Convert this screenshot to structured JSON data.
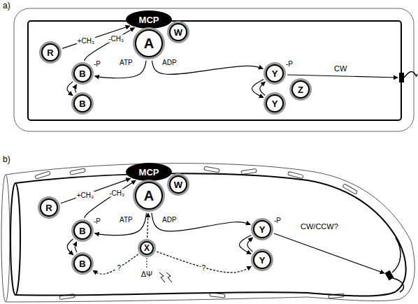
{
  "diagram": {
    "nodes": [
      {
        "text": [
          "MCP"
        ]
      },
      {
        "text": [
          "A"
        ]
      },
      {
        "text": [
          "W"
        ]
      },
      {
        "text": [
          "R"
        ]
      },
      {
        "text": [
          "B"
        ]
      },
      {
        "text": [
          "B"
        ]
      },
      {
        "text": [
          "Y"
        ]
      },
      {
        "text": [
          "Z"
        ]
      },
      {
        "text": [
          "Y"
        ]
      },
      {
        "text": [
          "MCP"
        ]
      },
      {
        "text": [
          "A"
        ]
      },
      {
        "text": [
          "W"
        ]
      },
      {
        "text": [
          "R"
        ]
      },
      {
        "text": [
          "B"
        ]
      },
      {
        "text": [
          "B"
        ]
      },
      {
        "text": [
          "Y"
        ]
      },
      {
        "text": [
          "Y"
        ]
      },
      {
        "text": [
          "X"
        ]
      }
    ],
    "edges": [
      {
        "from": 3,
        "to": 0,
        "arrow": "to",
        "label": "+CH₃"
      },
      {
        "from": 4,
        "to": 0,
        "arrow": "to",
        "label": "-CH₃"
      },
      {
        "from": 1,
        "to": 4,
        "arrow": "to"
      },
      {
        "from": 4,
        "to": 5,
        "arrow": "to"
      },
      {
        "from": 5,
        "to": 4,
        "arrow": "to"
      },
      {
        "from": 1,
        "to": 6,
        "arrow": "to"
      },
      {
        "from": 6,
        "to": 8,
        "arrow": "to"
      },
      {
        "from": 8,
        "to": 6,
        "arrow": "to"
      },
      {
        "from": 12,
        "to": 9,
        "arrow": "to",
        "label": "+CH₃"
      },
      {
        "from": 13,
        "to": 9,
        "arrow": "to",
        "label": "-CH₃"
      },
      {
        "from": 10,
        "to": 13,
        "arrow": "to"
      },
      {
        "from": 13,
        "to": 14,
        "arrow": "to"
      },
      {
        "from": 14,
        "to": 13,
        "arrow": "to"
      },
      {
        "from": 10,
        "to": 15,
        "arrow": "to"
      },
      {
        "from": 15,
        "to": 16,
        "arrow": "to"
      },
      {
        "from": 16,
        "to": 15,
        "arrow": "to"
      },
      {
        "from": 17,
        "to": 10,
        "arrow": "to"
      },
      {
        "from": 17,
        "to": 14,
        "arrow": "to",
        "label": "?"
      },
      {
        "from": 17,
        "to": 16,
        "arrow": "to",
        "label": "?"
      }
    ],
    "labels": [
      "a)",
      "-P",
      "ATP",
      "ADP",
      "-P",
      "CW",
      "b)",
      "-P",
      "ATP",
      "ADP",
      "-P",
      "ΔΨ",
      "CW/CCW?"
    ]
  }
}
